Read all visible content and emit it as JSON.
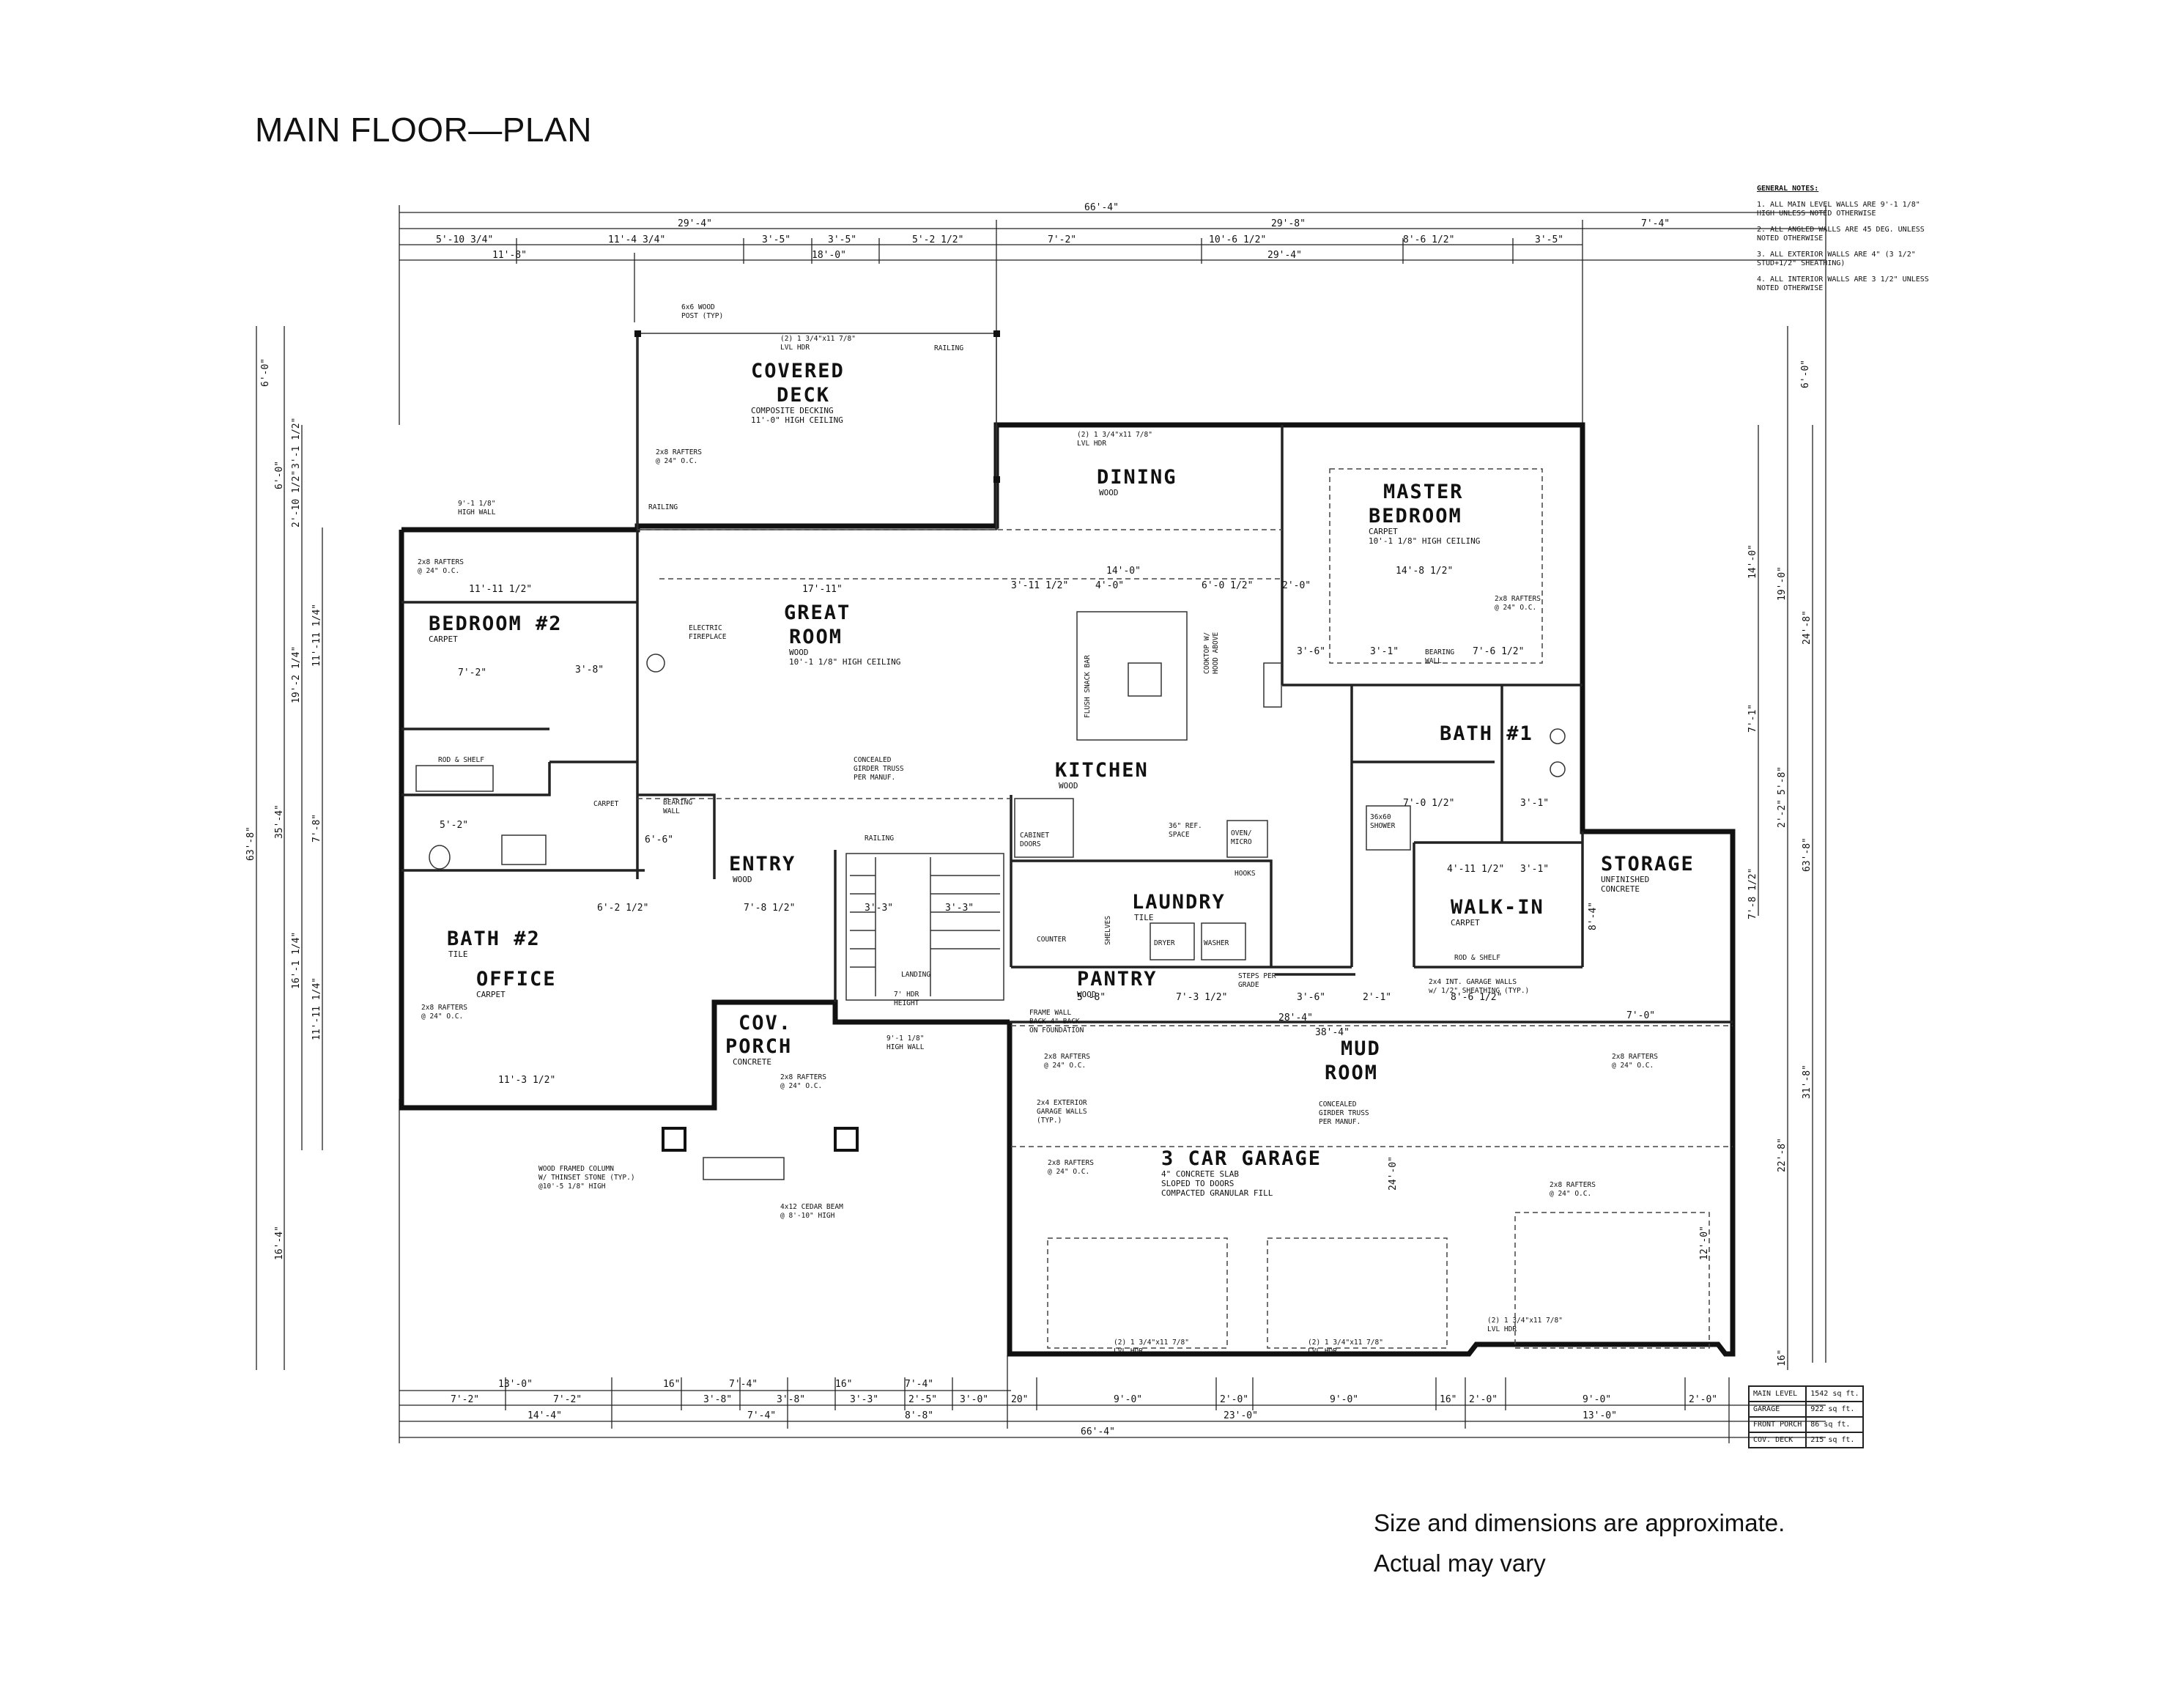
{
  "title": "MAIN FLOOR—PLAN",
  "disclaimer": [
    "Size and dimensions are approximate.",
    "Actual may vary"
  ],
  "general_notes": {
    "heading": "GENERAL NOTES:",
    "items": [
      "1. ALL MAIN LEVEL WALLS ARE 9'-1 1/8\" HIGH UNLESS NOTED OTHERWISE",
      "2. ALL ANGLED WALLS ARE 45 DEG. UNLESS NOTED OTHERWISE",
      "3. ALL EXTERIOR WALLS ARE 4\" (3 1/2\" STUD+1/2\" SHEATHING)",
      "4. ALL INTERIOR WALLS ARE 3 1/2\" UNLESS NOTED OTHERWISE"
    ]
  },
  "rooms": {
    "covered_deck": {
      "name": [
        "COVERED",
        "DECK"
      ],
      "sub": [
        "COMPOSITE DECKING",
        "11'-0\" HIGH CEILING"
      ]
    },
    "dining": {
      "name": "DINING",
      "sub": "WOOD"
    },
    "master": {
      "name": [
        "MASTER",
        "BEDROOM"
      ],
      "sub": [
        "CARPET",
        "10'-1 1/8\" HIGH CEILING"
      ]
    },
    "bedroom2": {
      "name": "BEDROOM #2",
      "sub": "CARPET"
    },
    "great_room": {
      "name": [
        "GREAT",
        "ROOM"
      ],
      "sub": [
        "WOOD",
        "10'-1 1/8\" HIGH CEILING"
      ]
    },
    "kitchen": {
      "name": "KITCHEN",
      "sub": "WOOD"
    },
    "bath1": {
      "name": "BATH #1",
      "sub": ""
    },
    "walk_in": {
      "name": "WALK-IN",
      "sub": "CARPET"
    },
    "storage": {
      "name": "STORAGE",
      "sub": [
        "UNFINISHED",
        "CONCRETE"
      ]
    },
    "entry": {
      "name": "ENTRY",
      "sub": "WOOD"
    },
    "laundry": {
      "name": "LAUNDRY",
      "sub": "TILE"
    },
    "pantry": {
      "name": "PANTRY",
      "sub": "WOOD"
    },
    "bath2": {
      "name": "BATH #2",
      "sub": "TILE"
    },
    "office": {
      "name": "OFFICE",
      "sub": "CARPET"
    },
    "cov_porch": {
      "name": [
        "COV.",
        "PORCH"
      ],
      "sub": "CONCRETE"
    },
    "mud_room": {
      "name": [
        "MUD",
        "ROOM"
      ],
      "sub": ""
    },
    "garage": {
      "name": "3 CAR GARAGE",
      "sub": [
        "4\" CONCRETE SLAB",
        "SLOPED TO DOORS",
        "COMPACTED GRANULAR FILL"
      ]
    }
  },
  "notes": {
    "rafters": "2x8 RAFTERS",
    "oc": "@ 24\" O.C.",
    "post": [
      "6x6 WOOD",
      "POST (TYP)"
    ],
    "railing": "RAILING",
    "lvl_hdr": [
      "(2) 1 3/4\"x11 7/8\"",
      "LVL HDR"
    ],
    "fireplace": [
      "ELECTRIC",
      "FIREPLACE"
    ],
    "girder": [
      "CONCEALED",
      "GIRDER TRUSS",
      "PER MANUF."
    ],
    "snack_bar": "FLUSH SNACK BAR",
    "cooktop": [
      "COOKTOP W/",
      "HOOD ABOVE"
    ],
    "cabinet_doors": [
      "CABINET",
      "DOORS"
    ],
    "oven": [
      "OVEN/",
      "MICRO"
    ],
    "hooks": "HOOKS",
    "counter": "COUNTER",
    "shelves": "SHELVES",
    "dryer": "DRYER",
    "washer": "WASHER",
    "landing": "LANDING",
    "rod_shelf": "ROD & SHELF",
    "garage_walls": [
      "2x4 INT. GARAGE WALLS",
      "w/ 1/2\" SHEATHING (TYP.)"
    ],
    "ext_garage": [
      "2x4 EXTERIOR",
      "GARAGE WALLS",
      "(TYP.)"
    ],
    "cedar_beam": [
      "4x12 CEDAR BEAM",
      "@ 8'-10\" HIGH"
    ],
    "column": [
      "WOOD FRAMED COLUMN",
      "W/ THINSET STONE (TYP.)",
      "@10'-5 1/8\" HIGH"
    ],
    "steps": [
      "STEPS PER",
      "GRADE"
    ],
    "frame_wall": [
      "FRAME WALL",
      "BACK 4\" BACK",
      "ON FOUNDATION"
    ],
    "hdr_height": [
      "7' HDR",
      "HEIGHT"
    ],
    "high_wall": [
      "9'-1 1/8\"",
      "HIGH WALL"
    ],
    "shower": [
      "36x60",
      "SHOWER"
    ],
    "carpet": "CARPET",
    "bearing_wall": [
      "BEARING",
      "WALL"
    ],
    "space": [
      "36\" REF.",
      "SPACE"
    ]
  },
  "dims_top": {
    "overall": "66'-4\"",
    "row1": [
      "29'-4\"",
      "29'-8\"",
      "7'-4\""
    ],
    "row2": [
      "5'-10 3/4\"",
      "11'-4 3/4\"",
      "3'-5\"",
      "3'-5\"",
      "5'-2 1/2\"",
      "7'-2\"",
      "10'-6 1/2\"",
      "8'-6 1/2\"",
      "3'-5\""
    ],
    "row3": [
      "11'-8\"",
      "18'-0\"",
      "29'-4\""
    ]
  },
  "dims_bottom": {
    "row1": [
      "13'-0\"",
      "16\"",
      "7'-4\"",
      "16\"",
      "7'-4\""
    ],
    "row2": [
      "7'-2\"",
      "7'-2\"",
      "3'-8\"",
      "3'-8\"",
      "3'-3\"",
      "2'-5\"",
      "3'-0\"",
      "20\"",
      "9'-0\"",
      "2'-0\"",
      "9'-0\"",
      "16\"",
      "2'-0\"",
      "9'-0\"",
      "2'-0\""
    ],
    "row3": [
      "14'-4\"",
      "7'-4\"",
      "8'-8\"",
      "23'-0\"",
      "13'-0\""
    ],
    "overall": "66'-4\""
  },
  "dims_left": [
    "6'-0\"",
    "6'-0\"",
    "3'-1 1/2\"",
    "2'-10 1/2\"",
    "11'-11 1/4\"",
    "19'-2 1/4\"",
    "7'-8\"",
    "35'-4\"",
    "63'-8\"",
    "16'-1 1/4\"",
    "11'-11 1/4\"",
    "16'-4\""
  ],
  "dims_right": [
    "6'-0\"",
    "14'-0\"",
    "19'-0\"",
    "24'-8\"",
    "7'-1\"",
    "5'-8\"",
    "2'-2\"",
    "63'-8\"",
    "7'-8 1/2\"",
    "31'-8\"",
    "22'-8\"",
    "12'-0\"",
    "16\""
  ],
  "dims_interior": {
    "great_room_w": "17'-11\"",
    "bedroom_w": "11'-11 1/2\"",
    "kitchen_w": "14'-0\"",
    "master_w": "14'-8 1/2\"",
    "office_w": "11'-3 1/2\"",
    "entry_w": "7'-8 1/2\"",
    "pantry_w": "7'-3 1/2\"",
    "mud_w": "38'-4\"",
    "mud_w2": "28'-4\"",
    "walkin_w": "8'-6 1/2\"",
    "storage_w": "7'-0\"",
    "garage_d": "24'-0\"",
    "bed_a": "7'-2\"",
    "bed_b": "3'-8\"",
    "stair_a": "3'-3\"",
    "stair_b": "3'-3\"",
    "e1": "6'-6\"",
    "e2": "5'-2\"",
    "e3": "6'-2 1/2\"",
    "k1": "3'-11 1/2\"",
    "k2": "4'-0\"",
    "k3": "6'-0 1/2\"",
    "k4": "2'-0\"",
    "m1": "3'-6\"",
    "m2": "3'-1\"",
    "m3": "7'-6 1/2\"",
    "b1": "7'-0 1/2\"",
    "b2": "3'-1\"",
    "p1": "5'-8\"",
    "p2": "3'-6\"",
    "p3": "2'-1\"",
    "w1": "4'-11 1/2\"",
    "w2": "3'-1\"",
    "g1": "8'-4\""
  },
  "areas": [
    [
      "MAIN LEVEL",
      "1542 sq ft."
    ],
    [
      "GARAGE",
      "922 sq ft."
    ],
    [
      "FRONT PORCH",
      "86 sq ft."
    ],
    [
      "COV. DECK",
      "215 sq ft."
    ]
  ]
}
